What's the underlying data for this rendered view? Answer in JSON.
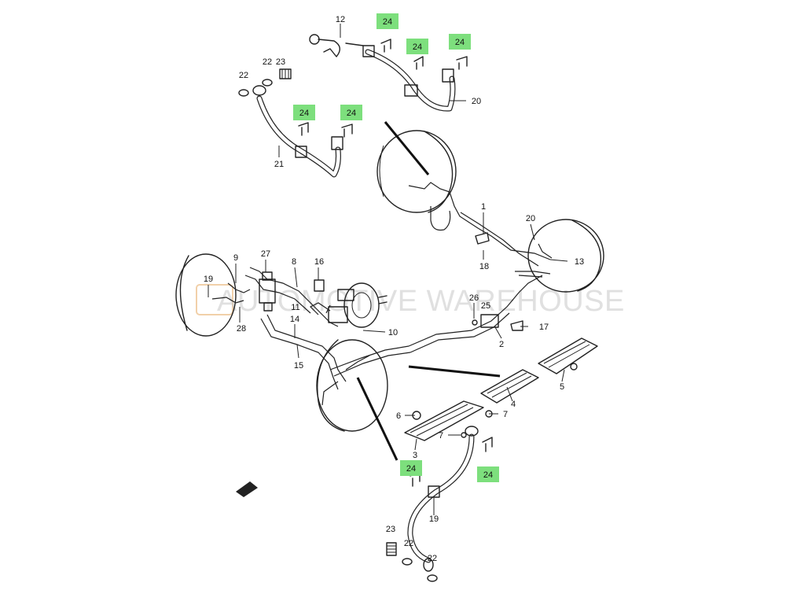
{
  "watermark": "AUTOMOTIVE WAREHOUSE",
  "colors": {
    "highlight": "#7ddf7d",
    "line": "#222222",
    "background": "#ffffff"
  },
  "labels": {
    "p1": "1",
    "p2": "2",
    "p3": "3",
    "p4": "4",
    "p5": "5",
    "p6": "6",
    "p7a": "7",
    "p7b": "7",
    "p8": "8",
    "p9": "9",
    "p10": "10",
    "p11": "11",
    "p12": "12",
    "p13": "13",
    "p14": "14",
    "p15": "15",
    "p16": "16",
    "p17": "17",
    "p18": "18",
    "p19a": "19",
    "p19b": "19",
    "p20a": "20",
    "p20b": "20",
    "p21": "21",
    "p22a": "22",
    "p22b": "22",
    "p22c": "22",
    "p22d": "22",
    "p23a": "23",
    "p23b": "23",
    "p24a": "24",
    "p24b": "24",
    "p24c": "24",
    "p24d": "24",
    "p24e": "24",
    "p24f": "24",
    "p24g": "24",
    "p25": "25",
    "p26": "26",
    "p27": "27",
    "p28": "28"
  }
}
